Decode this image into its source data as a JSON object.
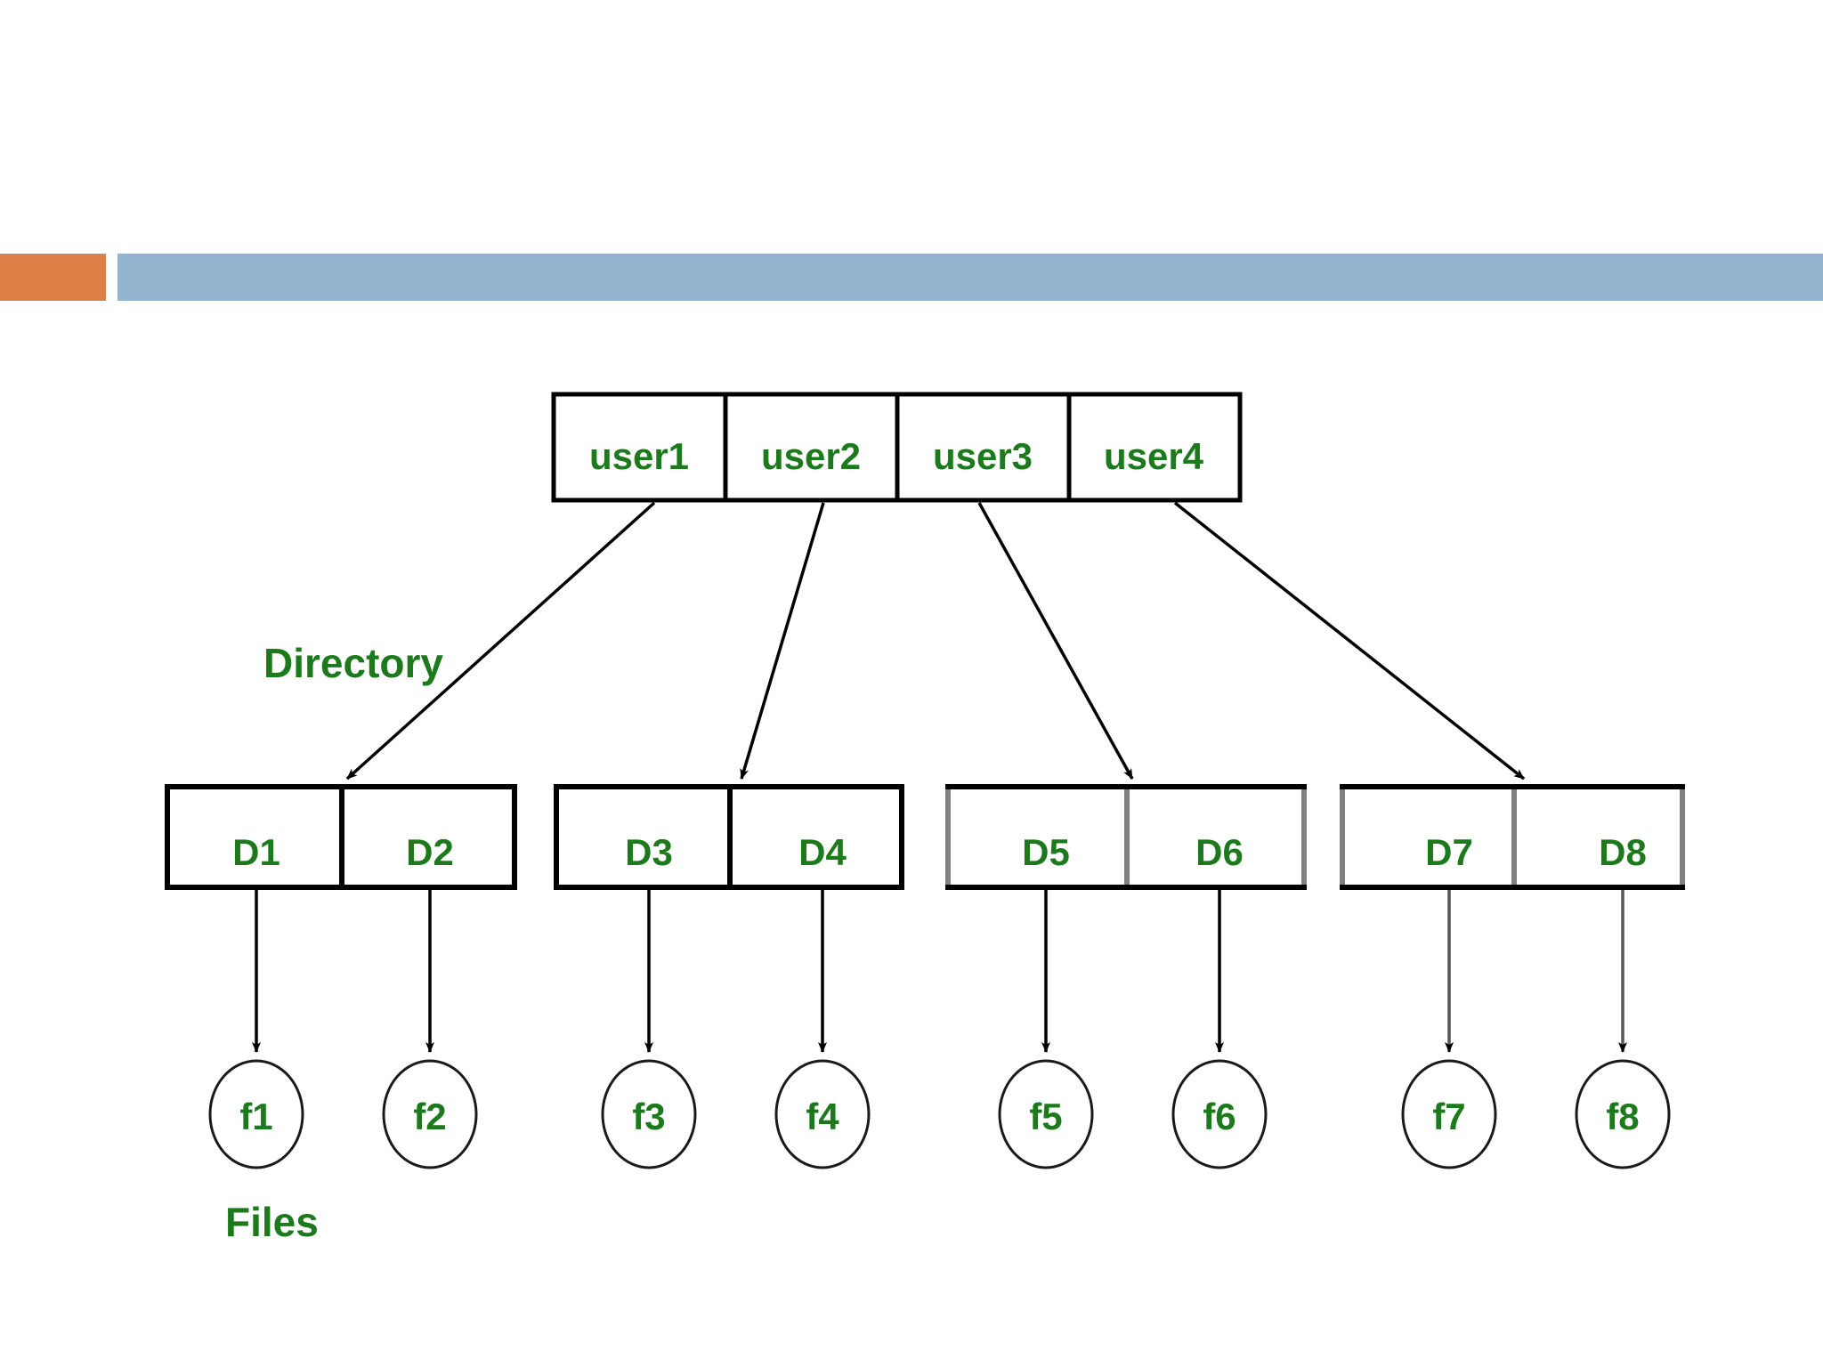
{
  "slide": {
    "accent_bar_color": "#DD8047",
    "header_bar_color": "#94B3CE",
    "label_color": "#1C7A1C",
    "line_color": "#000000",
    "gray_border_color": "#808080"
  },
  "diagram": {
    "type": "tree",
    "title_labels": {
      "directory": "Directory",
      "files": "Files"
    },
    "levels": [
      {
        "name": "users",
        "shape": "rectangle-row",
        "cells": [
          {
            "label": "user1"
          },
          {
            "label": "user2"
          },
          {
            "label": "user3"
          },
          {
            "label": "user4"
          }
        ]
      },
      {
        "name": "directories",
        "shape": "rectangle-row",
        "groups": [
          {
            "border": "black",
            "cells": [
              {
                "label": "D1"
              },
              {
                "label": "D2"
              }
            ]
          },
          {
            "border": "black",
            "cells": [
              {
                "label": "D3"
              },
              {
                "label": "D4"
              }
            ]
          },
          {
            "border": "gray",
            "cells": [
              {
                "label": "D5"
              },
              {
                "label": "D6"
              }
            ]
          },
          {
            "border": "gray",
            "cells": [
              {
                "label": "D7"
              },
              {
                "label": "D8"
              }
            ]
          }
        ]
      },
      {
        "name": "files",
        "shape": "ellipse",
        "cells": [
          {
            "label": "f1"
          },
          {
            "label": "f2"
          },
          {
            "label": "f3"
          },
          {
            "label": "f4"
          },
          {
            "label": "f5"
          },
          {
            "label": "f6"
          },
          {
            "label": "f7"
          },
          {
            "label": "f8"
          }
        ]
      }
    ],
    "edges": [
      {
        "from": "user1",
        "to": "D1/D2 group"
      },
      {
        "from": "user2",
        "to": "D3/D4 group"
      },
      {
        "from": "user3",
        "to": "D5/D6 group"
      },
      {
        "from": "user4",
        "to": "D7/D8 group"
      },
      {
        "from": "D1",
        "to": "f1"
      },
      {
        "from": "D2",
        "to": "f2"
      },
      {
        "from": "D3",
        "to": "f3"
      },
      {
        "from": "D4",
        "to": "f4"
      },
      {
        "from": "D5",
        "to": "f5"
      },
      {
        "from": "D6",
        "to": "f6"
      },
      {
        "from": "D7",
        "to": "f7"
      },
      {
        "from": "D8",
        "to": "f8"
      }
    ]
  }
}
